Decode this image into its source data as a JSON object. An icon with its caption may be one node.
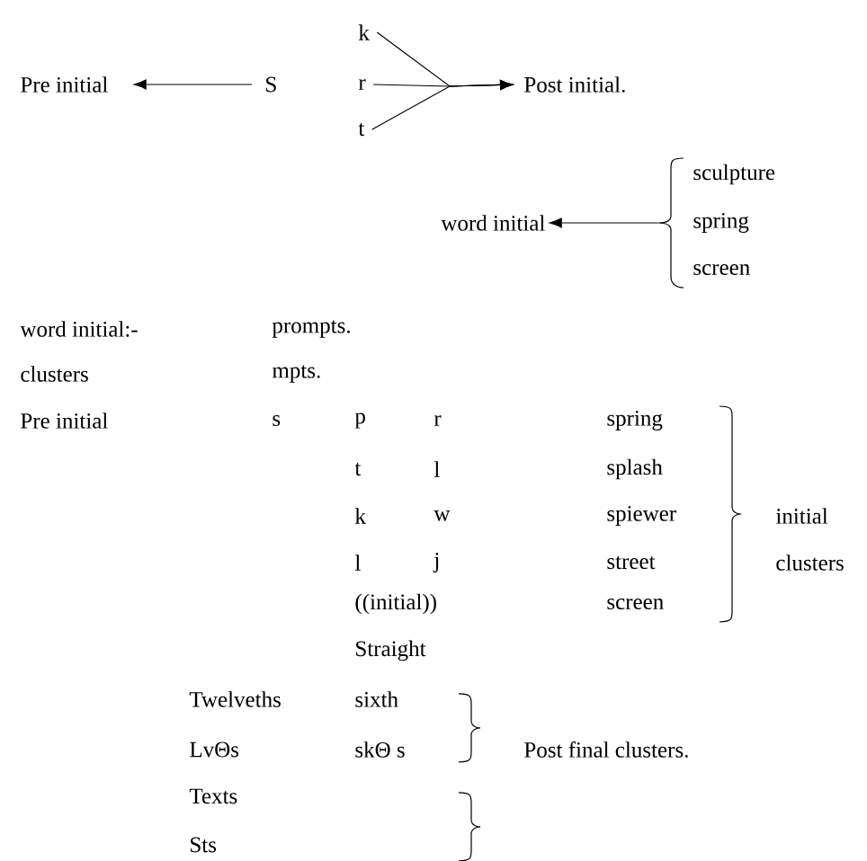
{
  "diagram": {
    "nodes": [
      {
        "text": [
          "Pre initial"
        ]
      },
      {
        "text": [
          "S"
        ]
      },
      {
        "text": [
          "k"
        ]
      },
      {
        "text": [
          "r"
        ]
      },
      {
        "text": [
          "t"
        ]
      },
      {
        "text": [
          "Post initial."
        ]
      },
      {
        "text": [
          "word initial"
        ]
      },
      {
        "text": [
          "sculpture"
        ]
      },
      {
        "text": [
          "spring"
        ]
      },
      {
        "text": [
          "screen"
        ]
      },
      {
        "text": [],
        "shape": "brace"
      }
    ],
    "edges": [
      {
        "from": 1,
        "to": 0,
        "arrow": "to"
      },
      {
        "from": 2,
        "to": 5,
        "arrow": "to"
      },
      {
        "from": 3,
        "to": 5,
        "arrow": "to"
      },
      {
        "from": 4,
        "to": 5,
        "arrow": "to"
      },
      {
        "from": 10,
        "to": 6,
        "arrow": "to"
      }
    ],
    "labels": [
      "word initial:-",
      "prompts.",
      "clusters",
      "mpts.",
      "Pre initial",
      "s",
      "p",
      "r",
      "spring",
      "t",
      "l",
      "splash",
      "k",
      "w",
      "spiewer",
      "initial clusters",
      "l",
      "j",
      "street",
      "((initial))",
      "screen",
      "Straight",
      "Twelveths",
      "sixth",
      "LvΘs",
      "skΘ s",
      "Post final clusters.",
      "Texts",
      "Sts"
    ]
  }
}
